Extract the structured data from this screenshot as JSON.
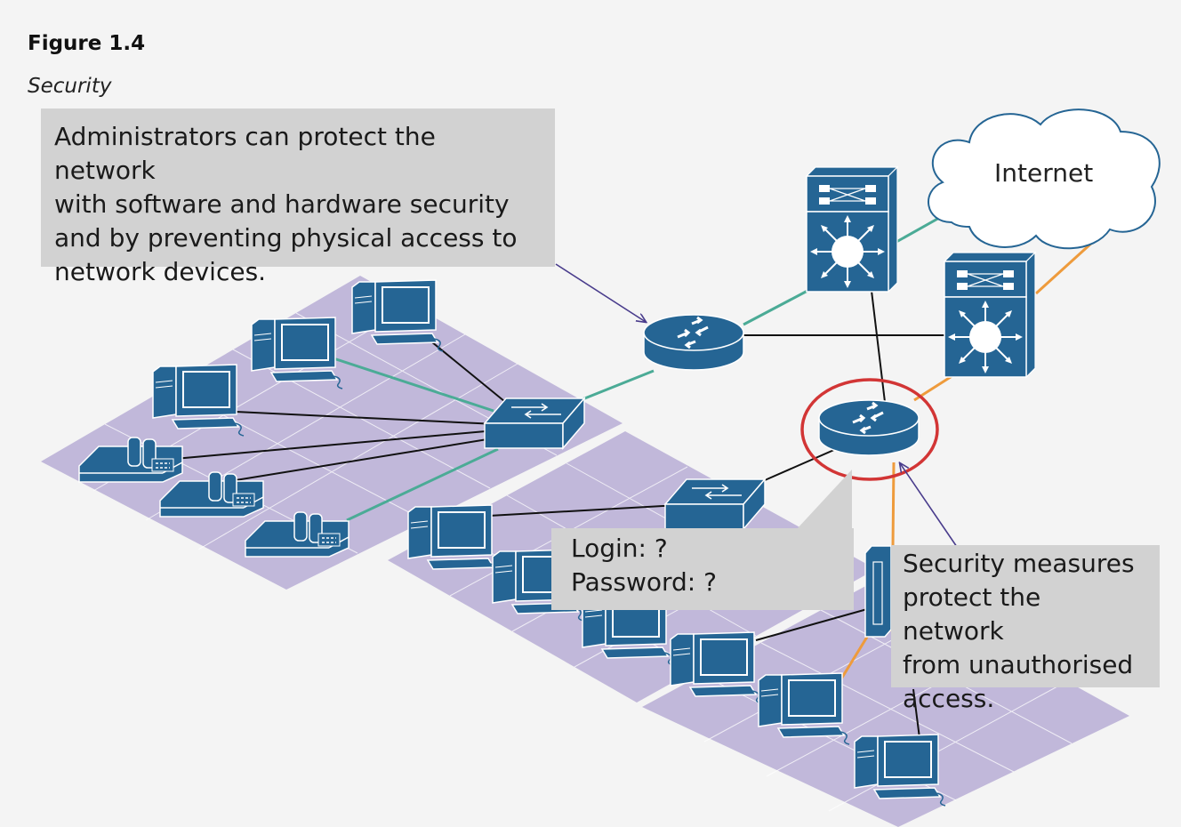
{
  "figure": {
    "label": "Figure 1.4",
    "subtitle": "Security"
  },
  "callouts": {
    "admin": [
      "Administrators can protect the network",
      "with software and hardware security",
      "and by preventing physical access to",
      "network devices."
    ],
    "security": [
      "Security measures",
      "protect the network",
      "from unauthorised",
      "access."
    ],
    "login": [
      "Login: ?",
      "Password: ?"
    ]
  },
  "cloud_label": "Internet",
  "colors": {
    "device": "#256594",
    "floor": "#c1b8da",
    "link_green": "#4bab96",
    "link_orange": "#ee9b3c",
    "highlight": "#d23535",
    "callout_bg": "#d2d2d2",
    "arrow": "#493c8c"
  },
  "icons": [
    "router-icon",
    "switch-icon",
    "multilayer-switch-icon",
    "desktop-pc-icon",
    "ip-phone-icon",
    "server-icon",
    "cloud-icon"
  ]
}
